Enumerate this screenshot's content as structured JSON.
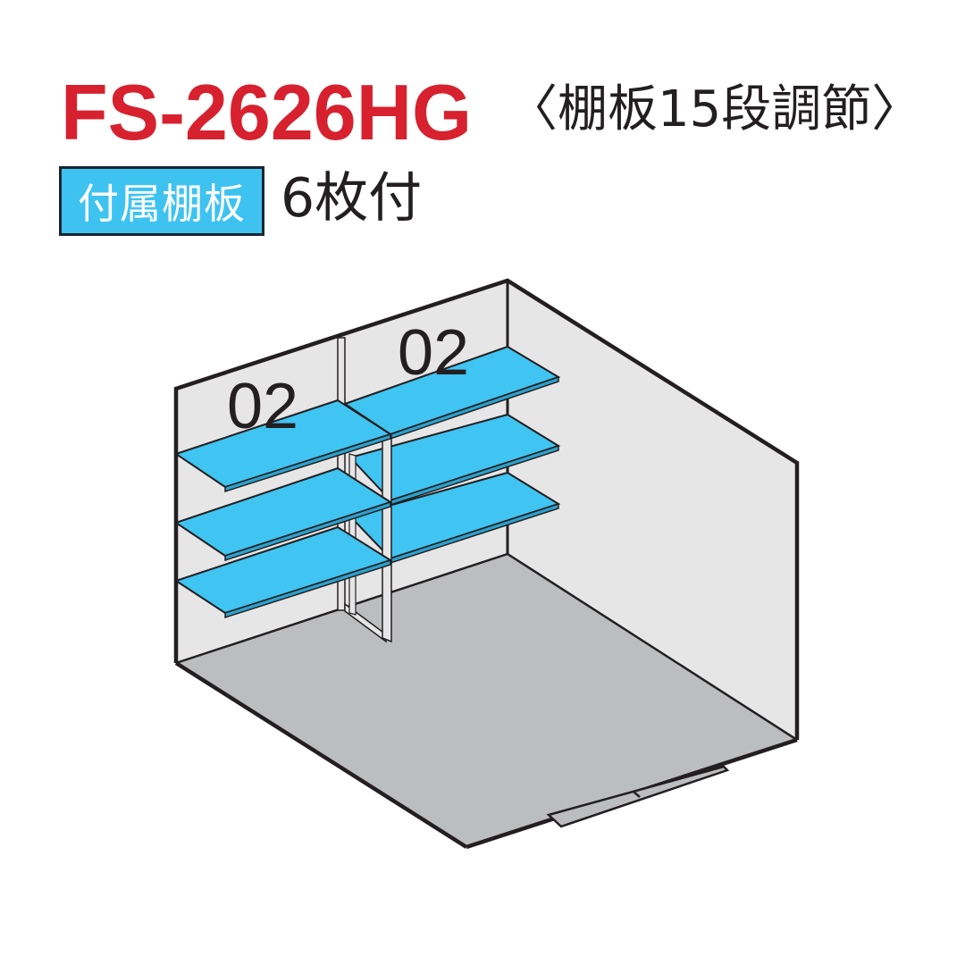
{
  "header": {
    "model": "FS-2626HG",
    "adjustment_note": "〈棚板15段調節〉"
  },
  "accessory": {
    "badge_label": "付属棚板",
    "count_text": "6枚付"
  },
  "diagram": {
    "description": "Isometric interior view of storage shed with two bays of adjustable shelves",
    "bays": [
      {
        "position": "left",
        "shelf_qty_label": "02",
        "shelves": 3
      },
      {
        "position": "right",
        "shelf_qty_label": "02",
        "shelves": 3
      }
    ],
    "colors": {
      "model_red": "#d7212e",
      "shelf_blue": "#40c4f1",
      "wall_gray": "#e6e6e7",
      "floor_gray": "#bcbdbf",
      "outline": "#231f20"
    }
  }
}
